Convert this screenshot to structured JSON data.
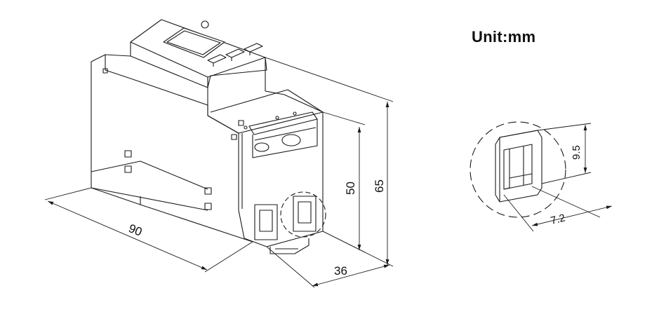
{
  "unit_label": "Unit:mm",
  "dimensions": {
    "length": "90",
    "depth": "36",
    "height_front": "50",
    "height_total": "65",
    "terminal_height": "9.5",
    "terminal_width": "7.2"
  },
  "colors": {
    "line": "#1a1a1a",
    "background": "#ffffff"
  }
}
